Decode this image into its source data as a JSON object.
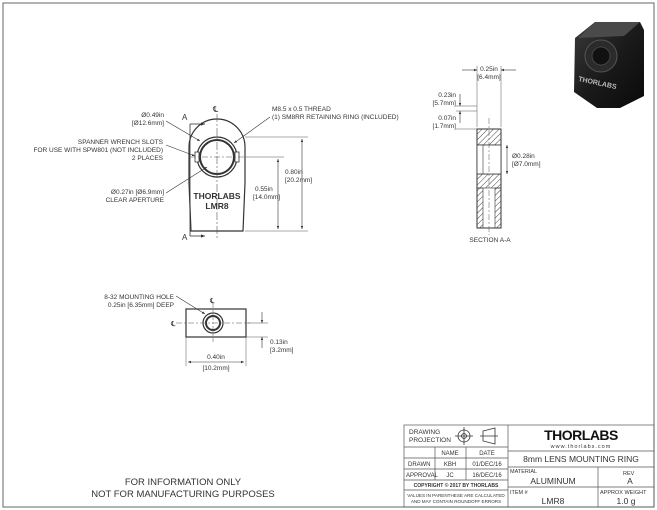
{
  "front_view": {
    "outer_dia": "Ø0.49in",
    "outer_dia_mm": "[Ø12.6mm]",
    "thread_1": "M8.5 x 0.5 THREAD",
    "thread_2": "(1) SM8RR RETAINING RING (INCLUDED)",
    "spanner_1": "SPANNER WRENCH SLOTS",
    "spanner_2": "FOR USE WITH SPW801 (NOT INCLUDED)",
    "spanner_3": "2 PLACES",
    "aperture_1": "Ø0.27in [Ø6.9mm]",
    "aperture_2": "CLEAR APERTURE",
    "height_total": "0.80in",
    "height_total_mm": "[20.2mm]",
    "height_center": "0.55in",
    "height_center_mm": "[14.0mm]",
    "section_letter": "A",
    "centerline": "℄",
    "logo": "THORLABS",
    "part_engraving": "LMR8"
  },
  "section_view": {
    "width": "0.25in",
    "width_mm": "[6.4mm]",
    "depth1": "0.23in",
    "depth1_mm": "[5.7mm]",
    "depth2": "0.07in",
    "depth2_mm": "[1.7mm]",
    "bore_dia": "Ø0.28in",
    "bore_dia_mm": "[Ø7.0mm]",
    "label": "SECTION A-A"
  },
  "bottom_view": {
    "hole_1": "8-32 MOUNTING HOLE",
    "hole_2": "0.25in [6.35mm] DEEP",
    "width": "0.40in",
    "width_mm": "[10.2mm]",
    "offset": "0.13in",
    "offset_mm": "[3.2mm]"
  },
  "disclaimer": {
    "line1": "FOR INFORMATION ONLY",
    "line2": "NOT FOR MANUFACTURING PURPOSES"
  },
  "title_block": {
    "drawing_projection_1": "DRAWING",
    "drawing_projection_2": "PROJECTION",
    "name_header": "NAME",
    "date_header": "DATE",
    "drawn_label": "DRAWN",
    "drawn_name": "KBH",
    "drawn_date": "01/DEC/16",
    "approval_label": "APPROVAL",
    "approval_name": "JC",
    "approval_date": "16/DEC/16",
    "copyright": "COPYRIGHT © 2017 BY THORLABS",
    "note_1": "VALUES IN PARENTHESE ARE CALCULATED",
    "note_2": "AND MAY CONTAIN ROUNDOFF ERRORS",
    "company": "THORLABS",
    "website": "www.thorlabs.com",
    "title": "8mm LENS MOUNTING RING",
    "material_label": "MATERIAL",
    "material": "ALUMINUM",
    "rev_label": "REV",
    "rev": "A",
    "item_label": "ITEM #",
    "item": "LMR8",
    "weight_label": "APPROX WEIGHT",
    "weight": "1.0 g"
  }
}
